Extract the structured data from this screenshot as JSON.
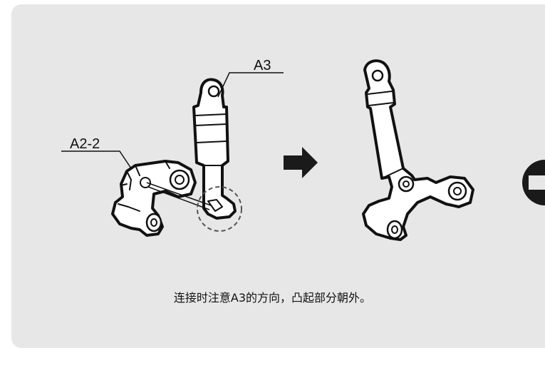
{
  "step": {
    "label_a3": "A3",
    "label_a2_2": "A2-2",
    "caption": "连接时注意A3的方向，凸起部分朝外。"
  },
  "icons": [
    "arrow-right-icon",
    "next-step-icon"
  ],
  "colors": {
    "panel": "#e7e7e7",
    "part_fill": "#ffffff",
    "outline": "#111111",
    "arrow": "#1a1a1a"
  }
}
